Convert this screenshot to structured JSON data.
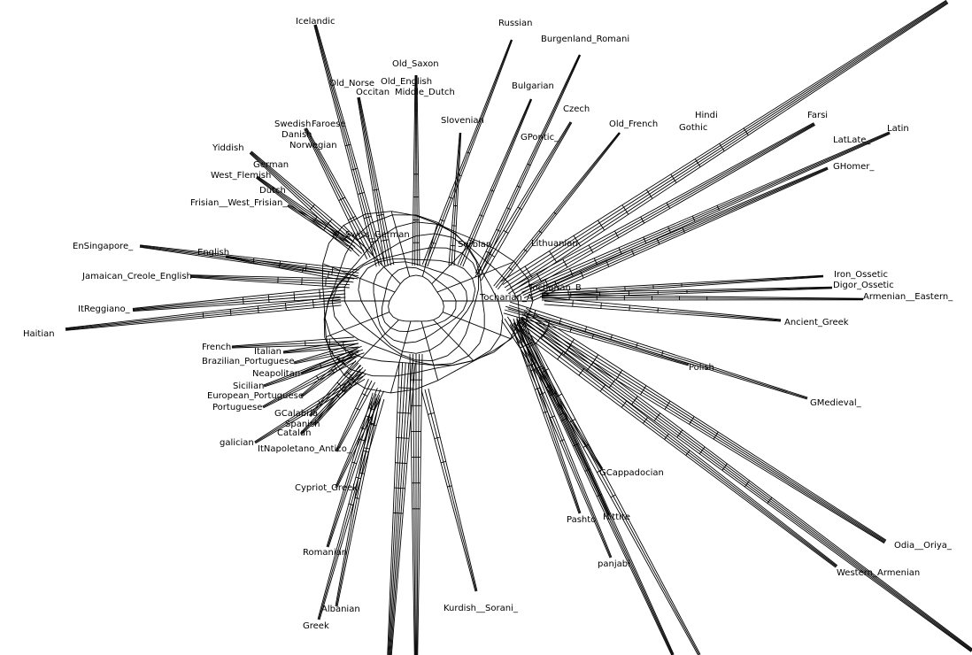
{
  "taxa": [
    "Icelandic",
    "Russian",
    "Burgenland_Romani",
    "Old_Saxon",
    "Old_English",
    "Old_Norse",
    "Occitan",
    "Middle_Dutch",
    "Bulgarian",
    "Slovenian",
    "Czech",
    "GPontic_",
    "Old_French",
    "Hindi",
    "Gothic",
    "Farsi",
    "Latin",
    "LatLate_",
    "GHomer_",
    "Swedish",
    "Faroese",
    "Danish",
    "Norwegian",
    "Yiddish",
    "German",
    "West_Flemish",
    "Dutch",
    "Frisian__West_Frisian_",
    "Swiss_German",
    "Serbian",
    "Lithuanian",
    "EnSingapore_",
    "English",
    "Jamaican_Creole_English",
    "ItReggiano_",
    "Tocharian_A",
    "Tocharian_B",
    "Iron_Ossetic",
    "Digor_Ossetic",
    "Armenian__Eastern_",
    "Ancient_Greek",
    "Haitian",
    "French",
    "Italian",
    "Brazilian_Portuguese",
    "Neapolitan",
    "Sicilian",
    "European_Portuguese",
    "Portuguese",
    "GCalabria",
    "Spanish",
    "Catalan",
    "galician",
    "ItNapoletano_Antico_",
    "Polish",
    "GMedieval_",
    "GCappadocian",
    "Cypriot_Greek",
    "Pashto",
    "Hittite",
    "Odia__Oriya_",
    "Romanian",
    "panjabi",
    "Western_Armenian",
    "Albanian",
    "Kurdish__Sorani_",
    "Greek"
  ]
}
